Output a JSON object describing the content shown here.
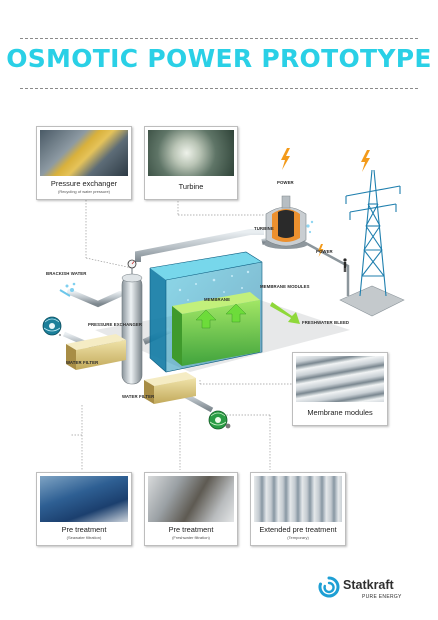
{
  "title": "OSMOTIC POWER PROTOTYPE",
  "colors": {
    "title": "#2ad0e6",
    "accent": "#1e9fd4",
    "membrane_green": "#7bd043",
    "pipe": "#b8c0c6"
  },
  "cards": {
    "pressure_exchanger": {
      "label": "Pressure exchanger",
      "sub": "(Recycling of water pressure)"
    },
    "turbine": {
      "label": "Turbine",
      "sub": ""
    },
    "membrane_modules": {
      "label": "Membrane modules",
      "sub": ""
    },
    "pretreatment_seawater": {
      "label": "Pre treatment",
      "sub": "(Seawater filtration)"
    },
    "pretreatment_freshwater": {
      "label": "Pre treatment",
      "sub": "(Freshwater filtration)"
    },
    "extended_pretreatment": {
      "label": "Extended pre treatment",
      "sub": "(Temporary)"
    }
  },
  "diagram_labels": {
    "power_top": "POWER",
    "turbine": "TURBINE",
    "power_line": "POWER",
    "brackish_water": "BRACKISH WATER",
    "membrane": "MEMBRANE",
    "membrane_modules": "MEMBRANE MODULES",
    "pressure_exchanger": "PRESSURE EXCHANGER",
    "freshwater_bleed": "FRESHWATER BLEED",
    "water_filter_left": "WATER FILTER",
    "water_filter_bottom": "WATER FILTER"
  },
  "icons": [
    "lightning-icon",
    "seawater-pump-icon",
    "freshwater-pump-icon",
    "power-pylon-icon",
    "person-icon"
  ],
  "logo": {
    "name": "Statkraft",
    "tagline": "PURE ENERGY"
  }
}
